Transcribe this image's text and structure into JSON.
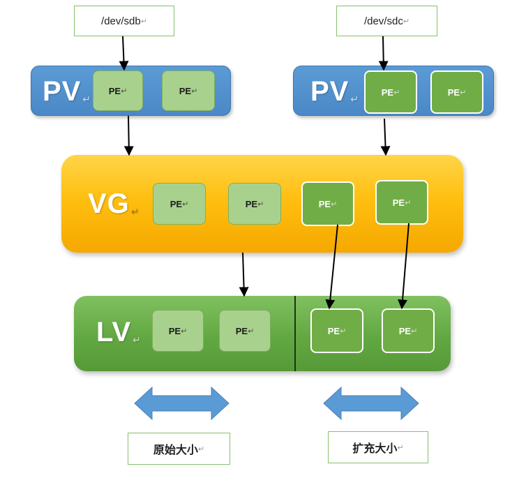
{
  "devices": [
    {
      "text": "/dev/sdb",
      "mark": "↵"
    },
    {
      "text": "/dev/sdc",
      "mark": "↵"
    }
  ],
  "pv_left": {
    "label": "PV",
    "mark": "↵",
    "pe": [
      {
        "text": "PE",
        "mark": "↵"
      },
      {
        "text": "PE",
        "mark": "↵"
      }
    ]
  },
  "pv_right": {
    "label": "PV",
    "mark": "↵",
    "pe": [
      {
        "text": "PE",
        "mark": "↵"
      },
      {
        "text": "PE",
        "mark": "↵"
      }
    ]
  },
  "vg": {
    "label": "VG",
    "mark": "↵",
    "pe": [
      {
        "text": "PE",
        "mark": "↵"
      },
      {
        "text": "PE",
        "mark": "↵"
      },
      {
        "text": "PE",
        "mark": "↵"
      },
      {
        "text": "PE",
        "mark": "↵"
      }
    ]
  },
  "lv": {
    "label": "LV",
    "mark": "↵",
    "pe": [
      {
        "text": "PE",
        "mark": "↵"
      },
      {
        "text": "PE",
        "mark": "↵"
      },
      {
        "text": "PE",
        "mark": "↵"
      },
      {
        "text": "PE",
        "mark": "↵"
      }
    ]
  },
  "captions": {
    "original": {
      "text": "原始大小",
      "mark": "↵"
    },
    "extended": {
      "text": "扩充大小",
      "mark": "↵"
    }
  },
  "colors": {
    "pv": "#5b9bd5",
    "vg": "#ffc000",
    "lv": "#70ad47",
    "pe_light": "#a9d18e",
    "pe_dark": "#70ad47",
    "double_arrow": "#5b9bd5"
  }
}
